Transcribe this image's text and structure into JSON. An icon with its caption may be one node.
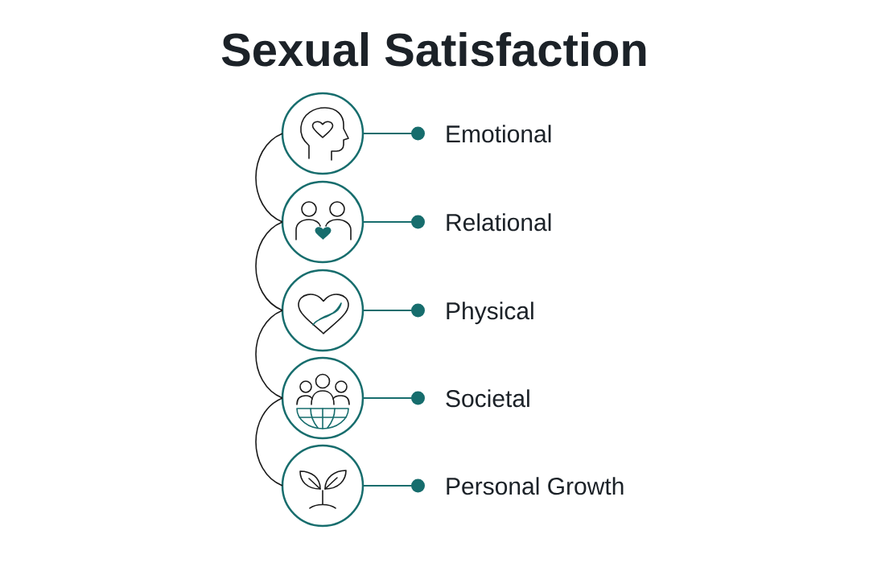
{
  "diagram": {
    "title": "Sexual Satisfaction",
    "nodes": [
      {
        "text": [],
        "shape": "circle"
      },
      {
        "text": [
          "Emotional"
        ]
      },
      {
        "text": [],
        "shape": "circle"
      },
      {
        "text": [
          "Relational"
        ]
      },
      {
        "text": [],
        "shape": "circle"
      },
      {
        "text": [
          "Physical"
        ]
      },
      {
        "text": [],
        "shape": "circle"
      },
      {
        "text": [
          "Societal"
        ]
      },
      {
        "text": [],
        "shape": "circle"
      },
      {
        "text": [
          "Personal Growth"
        ]
      }
    ],
    "edges": [
      {
        "from": 0,
        "to": 1,
        "arrow": "other"
      },
      {
        "from": 2,
        "to": 3,
        "arrow": "other"
      },
      {
        "from": 4,
        "to": 5,
        "arrow": "other"
      },
      {
        "from": 6,
        "to": 7,
        "arrow": "other"
      },
      {
        "from": 8,
        "to": 9,
        "arrow": "other"
      },
      {
        "from": 0,
        "to": 2,
        "arrow": "none",
        "color": "#1a1a1a"
      },
      {
        "from": 2,
        "to": 4,
        "arrow": "none",
        "color": "#1a1a1a"
      },
      {
        "from": 4,
        "to": 6,
        "arrow": "none",
        "color": "#1a1a1a"
      },
      {
        "from": 6,
        "to": 8,
        "arrow": "none",
        "color": "#1a1a1a"
      }
    ]
  }
}
